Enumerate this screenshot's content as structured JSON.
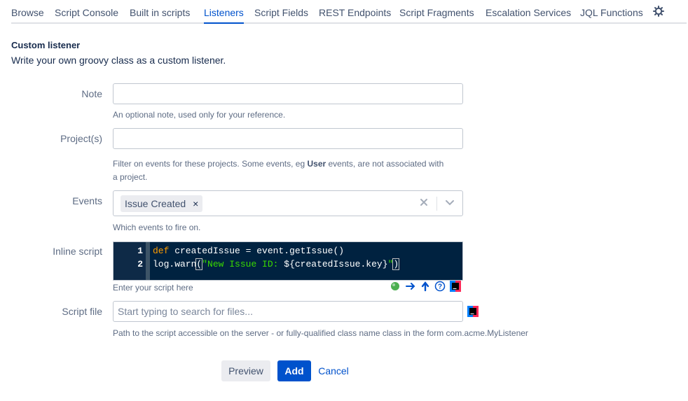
{
  "nav": {
    "tabs": [
      {
        "label": "Browse"
      },
      {
        "label": "Script Console"
      },
      {
        "label": "Built in scripts"
      },
      {
        "label": "Listeners",
        "active": true
      },
      {
        "label": "Script Fields"
      },
      {
        "label": "REST Endpoints"
      },
      {
        "label": "Script Fragments"
      },
      {
        "label": "Escalation Services"
      },
      {
        "label": "JQL Functions"
      }
    ],
    "settings_icon": "gear-icon"
  },
  "form": {
    "title": "Custom listener",
    "subtitle": "Write your own groovy class as a custom listener.",
    "note": {
      "label": "Note",
      "value": "",
      "help": "An optional note, used only for your reference."
    },
    "projects": {
      "label": "Project(s)",
      "value": "",
      "help_part1": "Filter on events for these projects. Some events, eg ",
      "help_bold": "User",
      "help_part2": " events, are not associated with a project."
    },
    "events": {
      "label": "Events",
      "selected": [
        "Issue Created"
      ],
      "chip_remove": "×",
      "help": "Which events to fire on."
    },
    "inline_script": {
      "label": "Inline script",
      "help": "Enter your script here",
      "line_numbers": [
        "1",
        "2"
      ],
      "line1_kw": "def",
      "line1_rest": " createdIssue = event.getIssue()",
      "line2_pre": "log.warn",
      "line2_open": "(",
      "line2_str1": "\"New Issue ID: ",
      "line2_ph": "${createdIssue.key}",
      "line2_str2": "\"",
      "line2_close": ")",
      "tool_icons": [
        "green-dot-icon",
        "arrow-right-icon",
        "arrow-up-icon",
        "help-icon",
        "intellij-icon"
      ]
    },
    "script_file": {
      "label": "Script file",
      "value": "",
      "placeholder": "Start typing to search for files...",
      "help": "Path to the script accessible on the server - or fully-qualified class name class in the form com.acme.MyListener"
    },
    "buttons": {
      "preview": "Preview",
      "add": "Add",
      "cancel": "Cancel"
    }
  },
  "colors": {
    "primary": "#0052cc",
    "editor_bg": "#002240",
    "keyword": "#ff9d00",
    "string": "#3ad900"
  }
}
